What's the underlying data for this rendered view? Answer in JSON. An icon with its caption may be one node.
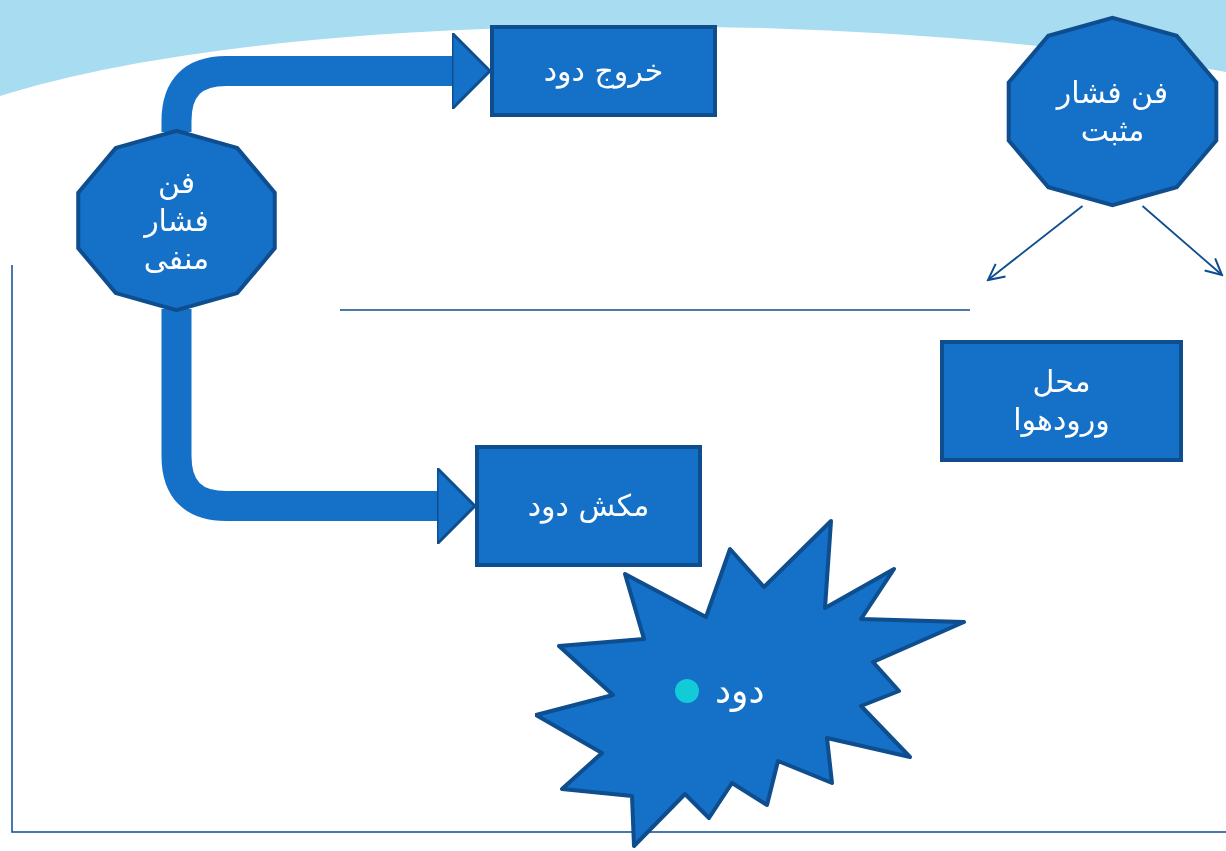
{
  "diagram": {
    "nodes": [
      {
        "text": [
          "فن فشار منفی"
        ]
      },
      {
        "text": [
          "خروج دود"
        ]
      },
      {
        "text": [
          "مکش دود"
        ]
      },
      {
        "text": [
          "فن فشار مثبت"
        ]
      },
      {
        "text": [
          "محل ورودهوا"
        ]
      },
      {
        "text": [
          "دود"
        ]
      }
    ],
    "edges": [
      {
        "from": 0,
        "to": 1,
        "arrow": "to",
        "style": "thick"
      },
      {
        "from": 0,
        "to": 2,
        "arrow": "to",
        "style": "thick"
      },
      {
        "from": 3,
        "to": null,
        "arrow": "to"
      },
      {
        "from": 3,
        "to": null,
        "arrow": "to"
      }
    ]
  }
}
